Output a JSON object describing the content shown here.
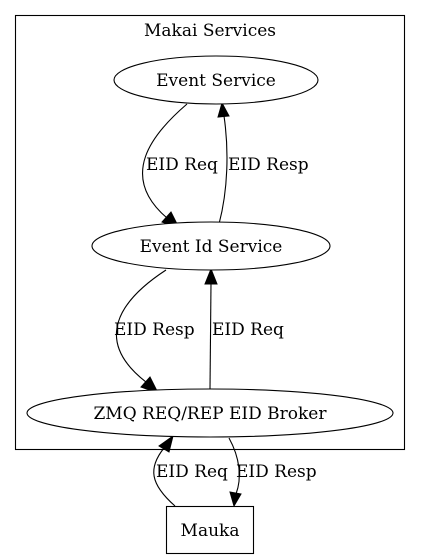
{
  "cluster": {
    "label": "Makai Services"
  },
  "nodes": {
    "event_service": "Event Service",
    "event_id_service": "Event Id Service",
    "zmq_broker": "ZMQ REQ/REP EID Broker",
    "mauka": "Mauka"
  },
  "edges": {
    "es_to_eid_req": "EID Req",
    "eid_to_es_resp": "EID Resp",
    "eid_to_zmq_resp": "EID Resp",
    "zmq_to_eid_req": "EID Req",
    "mauka_to_zmq_req": "EID Req",
    "zmq_to_mauka_resp": "EID Resp"
  }
}
